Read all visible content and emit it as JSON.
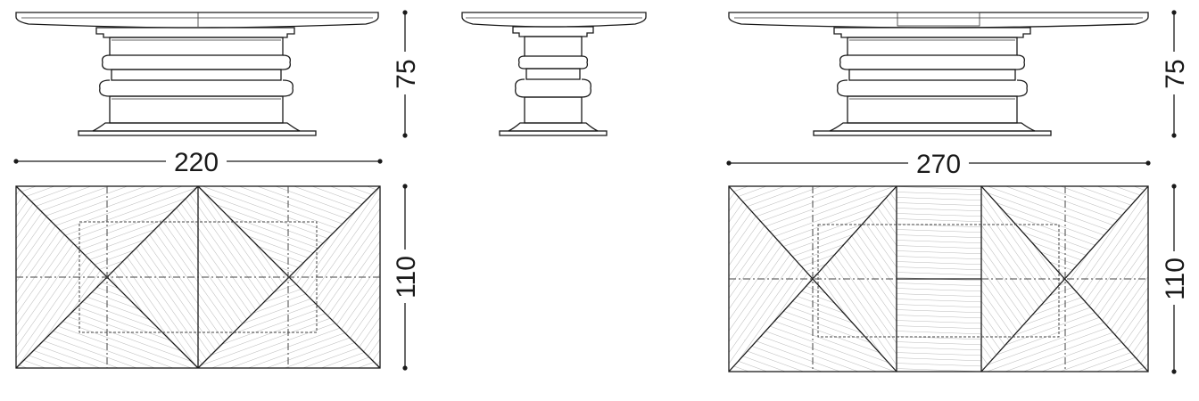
{
  "dimensions": {
    "small_table_length": "220",
    "small_table_height": "75",
    "small_table_width": "110",
    "large_table_length": "270",
    "large_table_height": "75",
    "large_table_width": "110"
  }
}
